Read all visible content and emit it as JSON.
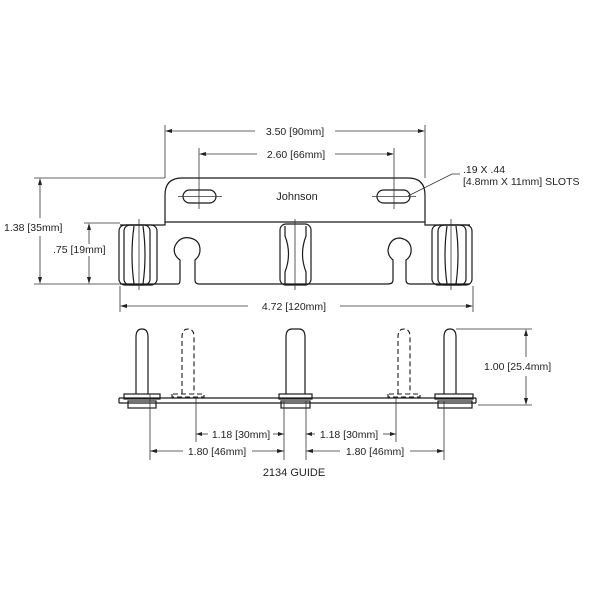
{
  "drawing": {
    "title": "2134 GUIDE",
    "brand_label": "Johnson",
    "top_view": {
      "dimensions": {
        "overall_flange_width": "3.50 [90mm]",
        "slot_spacing": "2.60 [66mm]",
        "slot_callout_line1": ".19 X .44",
        "slot_callout_line2": "[4.8mm X 11mm] SLOTS",
        "overall_height": "1.38 [35mm]",
        "base_height": ".75 [19mm]",
        "overall_length": "4.72 [120mm]"
      }
    },
    "side_view": {
      "dimensions": {
        "pin_height": "1.00 [25.4mm]",
        "inner_left_spacing": "1.18 [30mm]",
        "inner_right_spacing": "1.18 [30mm]",
        "outer_left_spacing": "1.80 [46mm]",
        "outer_right_spacing": "1.80 [46mm]"
      }
    }
  }
}
